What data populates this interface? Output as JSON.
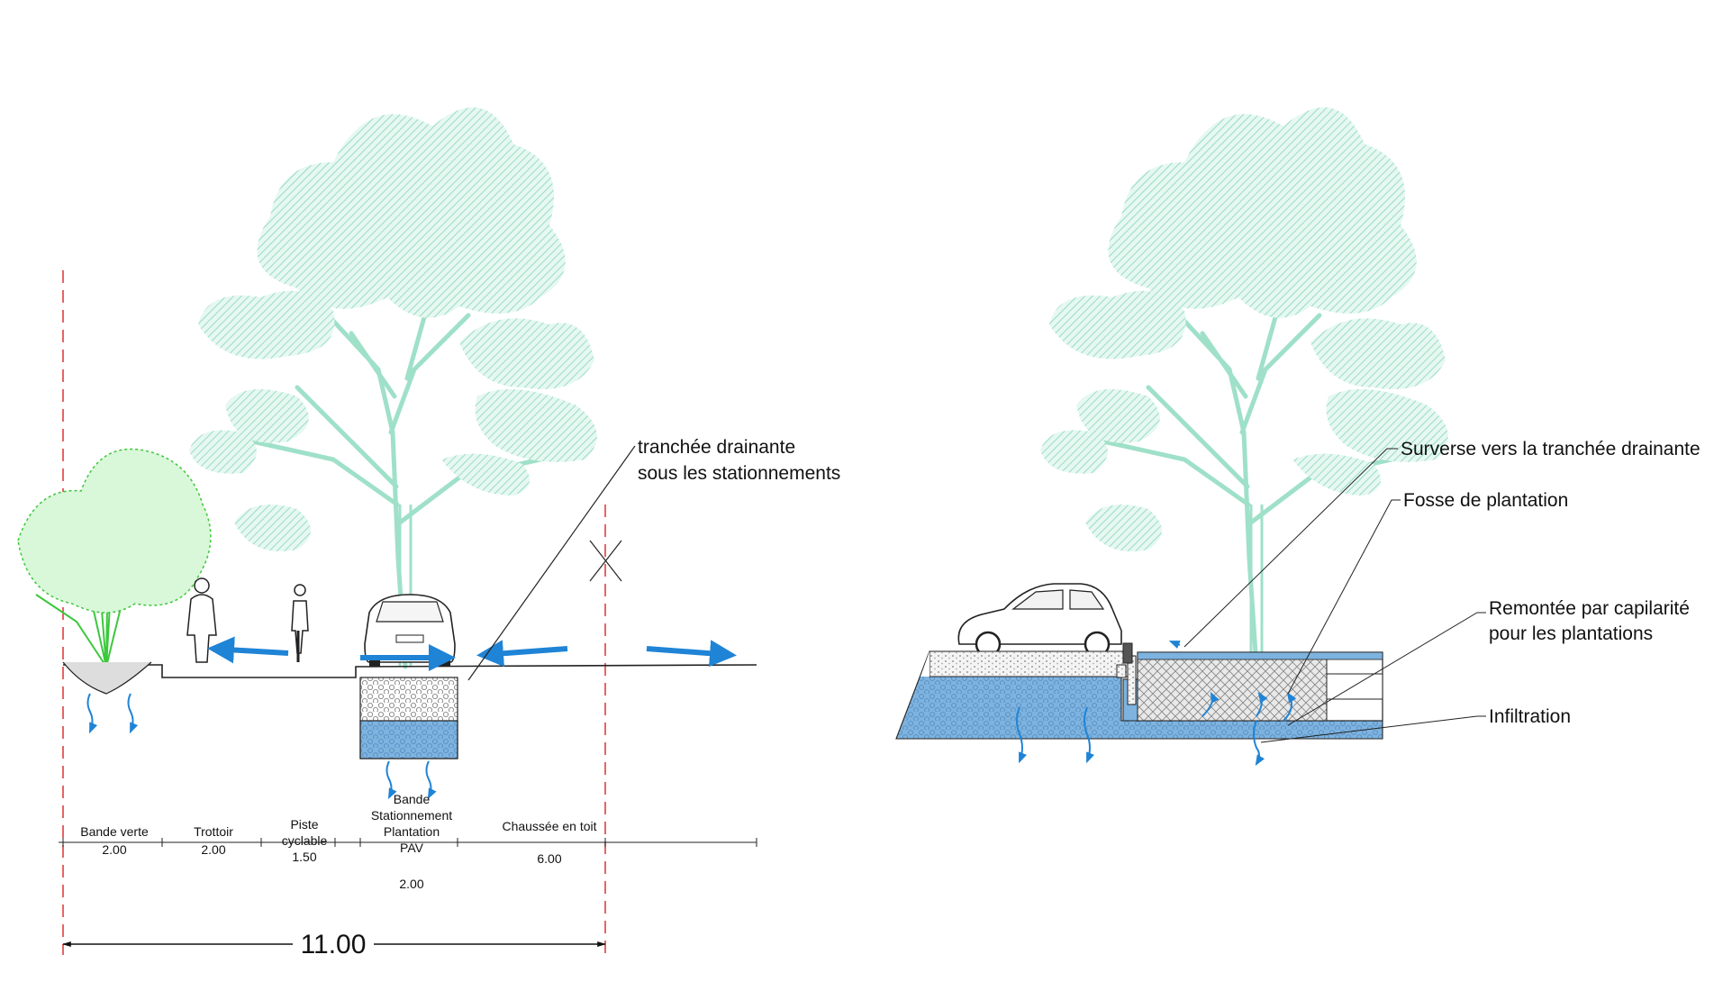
{
  "left_section": {
    "callout": {
      "line1": "tranchée drainante",
      "line2": "sous les stationnements"
    },
    "bands": [
      {
        "name": "Bande verte",
        "width": "2.00"
      },
      {
        "name": "Trottoir",
        "width": "2.00"
      },
      {
        "name_lines": [
          "Piste",
          "cyclable"
        ],
        "width": "1.50"
      },
      {
        "name_lines": [
          "Bande",
          "Stationnement",
          "Plantation",
          "PAV"
        ],
        "width": "2.00"
      },
      {
        "name": "Chaussée en toit",
        "width": "6.00"
      }
    ],
    "total_width": "11.00"
  },
  "right_section": {
    "callouts": [
      {
        "text": "Surverse vers la tranchée drainante"
      },
      {
        "text": "Fosse de plantation"
      },
      {
        "line1": "Remontée par capilarité",
        "line2": "pour les plantations"
      },
      {
        "text": "Infiltration"
      }
    ]
  },
  "colors": {
    "tree": "#8fd9c0",
    "shrub": "#3cc83c",
    "water": "#6fa8d8",
    "arrow": "#1f84d6",
    "axis": "#e03030",
    "line": "#222222"
  }
}
